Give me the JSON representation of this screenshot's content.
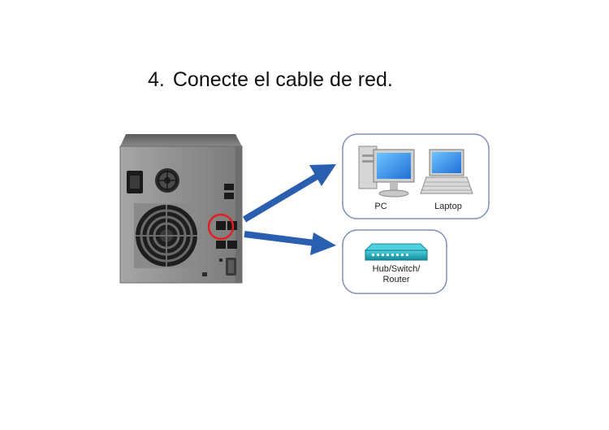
{
  "step": {
    "number": "4.",
    "text": "Conecte el cable de red."
  },
  "devices": {
    "pc_label": "PC",
    "laptop_label": "Laptop",
    "switch_label_line1": "Hub/Switch/",
    "switch_label_line2": "Router"
  },
  "colors": {
    "arrow": "#2a5fb0",
    "nas_body": "#8e8e8e",
    "highlight_circle": "#e02020",
    "switch_body": "#1aa3b5",
    "panel_border": "#7f8fb8"
  },
  "icons": {
    "nas": "nas-back-panel",
    "pc": "desktop-pc-icon",
    "laptop": "laptop-icon",
    "switch": "network-switch-icon"
  }
}
